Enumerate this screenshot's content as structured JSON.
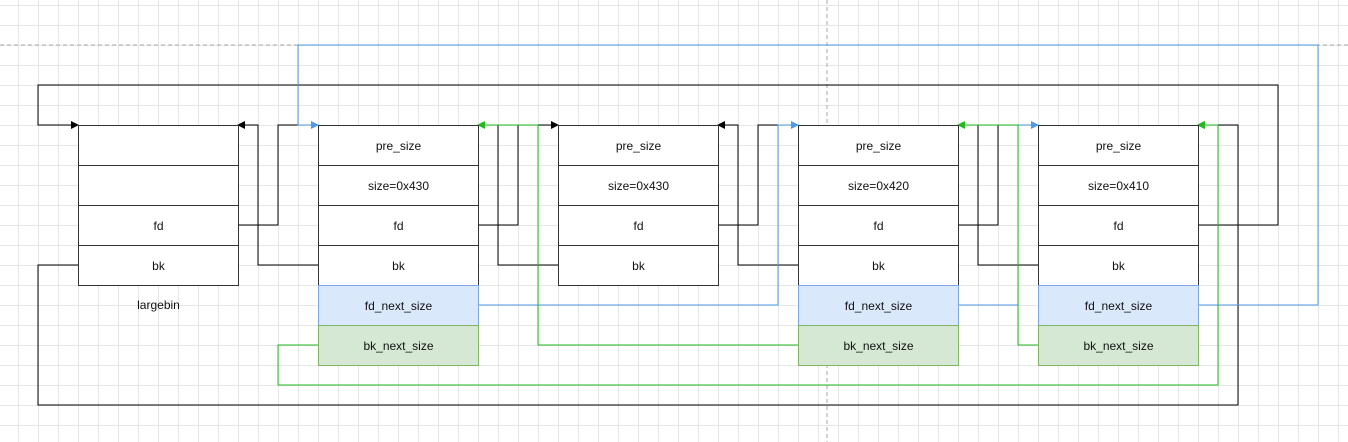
{
  "colors": {
    "black_link": "#000000",
    "fd_next_size_link": "#4c9ae6",
    "bk_next_size_link": "#1fba1f",
    "fd_next_size_fill": "#dae8fc",
    "bk_next_size_fill": "#d5e8d4"
  },
  "largebin": {
    "label": "largebin",
    "fields": [
      "",
      "",
      "fd",
      "bk"
    ]
  },
  "chunks": [
    {
      "fields": [
        "pre_size",
        "size=0x430",
        "fd",
        "bk",
        "fd_next_size",
        "bk_next_size"
      ]
    },
    {
      "fields": [
        "pre_size",
        "size=0x430",
        "fd",
        "bk"
      ]
    },
    {
      "fields": [
        "pre_size",
        "size=0x420",
        "fd",
        "bk",
        "fd_next_size",
        "bk_next_size"
      ]
    },
    {
      "fields": [
        "pre_size",
        "size=0x410",
        "fd",
        "bk",
        "fd_next_size",
        "bk_next_size"
      ]
    }
  ]
}
